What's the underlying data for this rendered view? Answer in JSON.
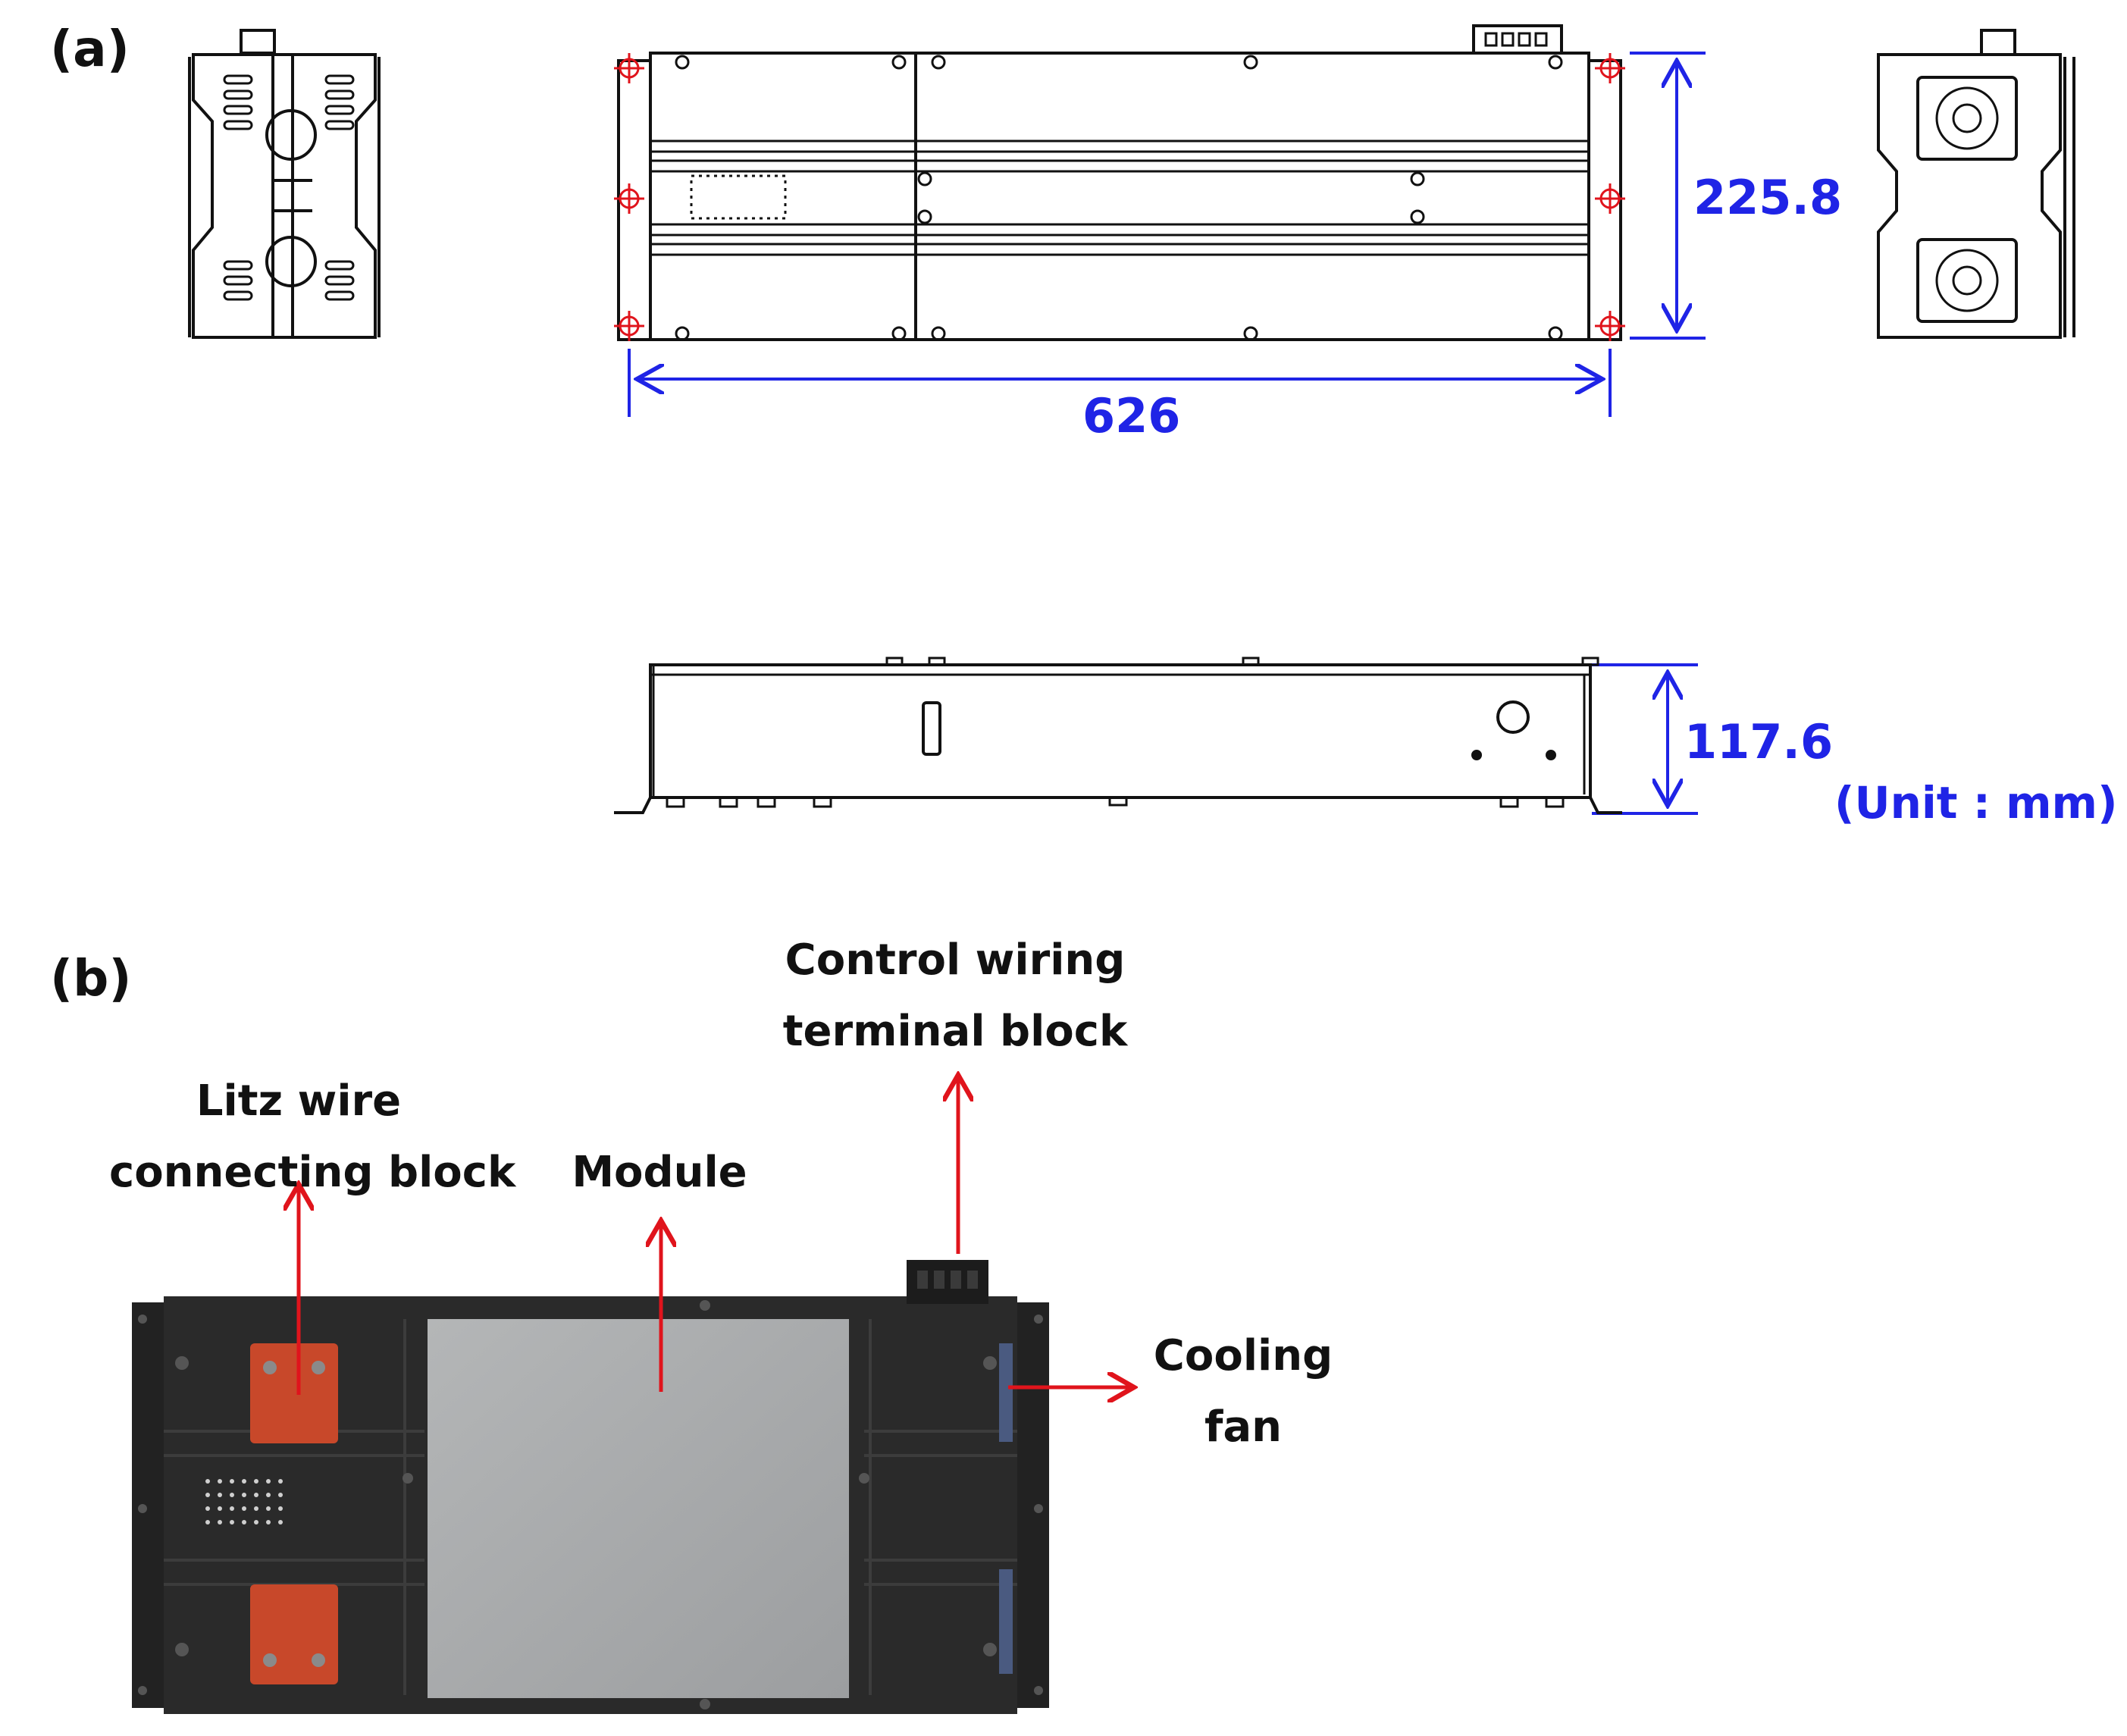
{
  "panel_a": {
    "label": "(a)",
    "dim_length": "626",
    "dim_width": "225.8",
    "dim_height": "117.6",
    "unit": "(Unit : mm)"
  },
  "panel_b": {
    "label": "(b)",
    "callouts": {
      "litz_line1": "Litz wire",
      "litz_line2": "connecting block",
      "module": "Module",
      "control_line1": "Control wiring",
      "control_line2": "terminal block",
      "fan_line1": "Cooling",
      "fan_line2": "fan"
    }
  },
  "colors": {
    "dimension": "#1f24e6",
    "arrow": "#e0141c",
    "chassis": "#262626",
    "module": "#a8aaab",
    "connector": "#c8482a",
    "fan": "#4a5a80"
  }
}
